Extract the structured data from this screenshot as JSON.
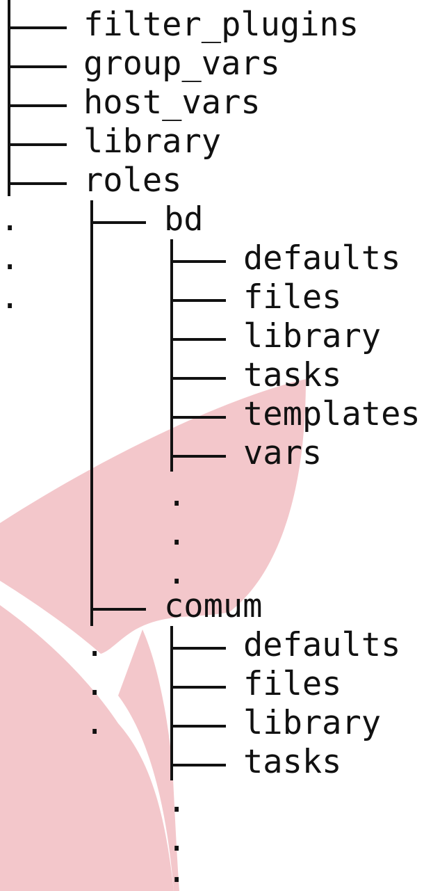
{
  "tree": {
    "level0": [
      "filter_plugins",
      "group_vars",
      "host_vars",
      "library",
      "roles"
    ],
    "roles": [
      {
        "name": "bd",
        "children": [
          "defaults",
          "files",
          "library",
          "tasks",
          "templates",
          "vars"
        ]
      },
      {
        "name": "comum",
        "children": [
          "defaults",
          "files",
          "library",
          "tasks"
        ]
      }
    ],
    "ellipsis": "."
  },
  "colors": {
    "text": "#111111",
    "watermark": "#f3c7cb",
    "background": "#ffffff"
  }
}
